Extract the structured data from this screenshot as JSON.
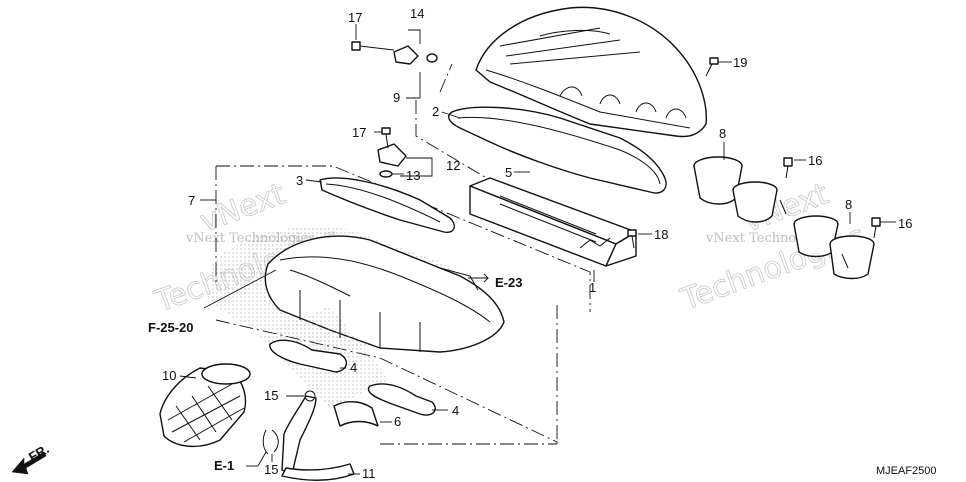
{
  "diagram": {
    "part_callouts": [
      "1",
      "2",
      "3",
      "4",
      "4",
      "5",
      "6",
      "7",
      "8",
      "8",
      "9",
      "10",
      "11",
      "12",
      "13",
      "14",
      "15",
      "15",
      "16",
      "16",
      "17",
      "17",
      "18",
      "19"
    ],
    "references": [
      "E-23",
      "F-25-20",
      "E-1"
    ],
    "direction_label": "FR.",
    "diagram_code": "MJEAF2500",
    "watermark": {
      "line1": "vNext",
      "line2": "Technologies",
      "small": "vNext Technologies"
    },
    "colors": {
      "line": "#111111",
      "watermark": "#c8c8c8",
      "stipple": "#9a9a9a"
    }
  }
}
